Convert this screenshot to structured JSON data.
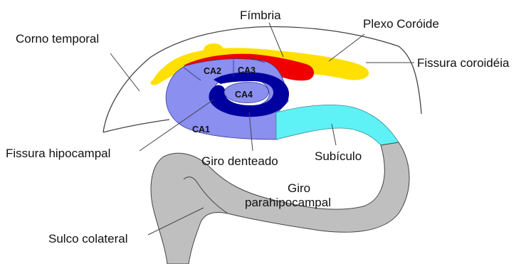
{
  "labels": {
    "fimbria": "Fímbria",
    "plexo_coroide": "Plexo Coróide",
    "corno_temporal": "Corno temporal",
    "fissura_coroideia": "Fissura coroidéia",
    "fissura_hipocampal": "Fissura hipocampal",
    "giro_denteado": "Giro denteado",
    "subiculo": "Subículo",
    "giro_parahipocampal_1": "Giro",
    "giro_parahipocampal_2": "parahipocampal",
    "sulco_colateral": "Sulco colateral"
  },
  "regions": {
    "ca1": "CA1",
    "ca2": "CA2",
    "ca3": "CA3",
    "ca4": "CA4"
  },
  "colors": {
    "cornu_ammonis": "#8a8ff0",
    "dentate": "#00009e",
    "subiculum": "#5ef2f7",
    "parahippocampal": "#bfbfbf",
    "fimbria": "#f00000",
    "choroid_plexus": "#ffe000",
    "outline": "#444444"
  }
}
